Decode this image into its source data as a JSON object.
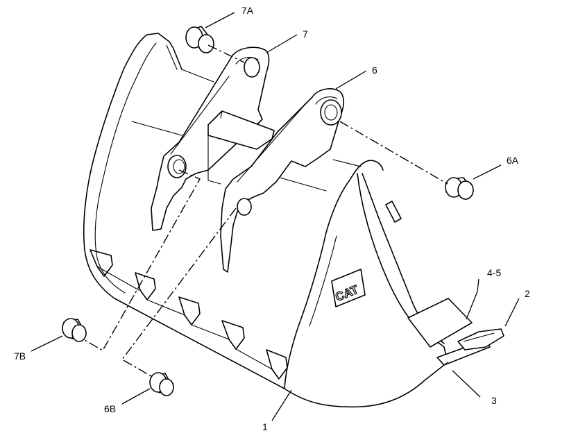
{
  "diagram": {
    "callouts": [
      {
        "id": "c7a",
        "label": "7A"
      },
      {
        "id": "c7",
        "label": "7"
      },
      {
        "id": "c6",
        "label": "6"
      },
      {
        "id": "c6a",
        "label": "6A"
      },
      {
        "id": "c45",
        "label": "4-5"
      },
      {
        "id": "c2",
        "label": "2"
      },
      {
        "id": "c3",
        "label": "3"
      },
      {
        "id": "c1",
        "label": "1"
      },
      {
        "id": "c7b",
        "label": "7B"
      },
      {
        "id": "c6b",
        "label": "6B"
      }
    ],
    "logo_text": "CAT"
  }
}
